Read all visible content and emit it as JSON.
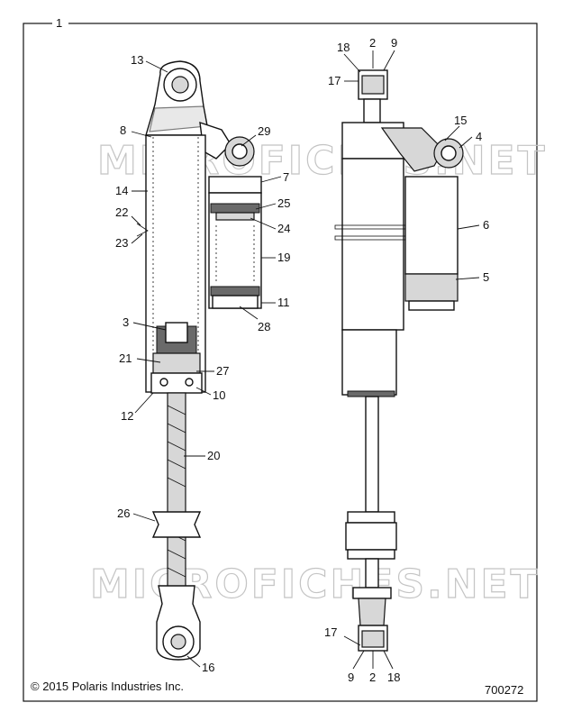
{
  "diagram": {
    "frame_label": "1",
    "watermark": "MICROFICHES.NET",
    "copyright": "© 2015 Polaris Industries Inc.",
    "drawing_number": "700272",
    "callouts": {
      "c13": "13",
      "c8": "8",
      "c29": "29",
      "c7": "7",
      "c14": "14",
      "c25": "25",
      "c22": "22",
      "c24": "24",
      "c23": "23",
      "c19": "19",
      "c11": "11",
      "c28": "28",
      "c3": "3",
      "c21": "21",
      "c27": "27",
      "c10": "10",
      "c12": "12",
      "c20": "20",
      "c26": "26",
      "c16": "16",
      "c18a": "18",
      "c2a": "2",
      "c9a": "9",
      "c17a": "17",
      "c15": "15",
      "c4": "4",
      "c6": "6",
      "c5": "5",
      "c17b": "17",
      "c9b": "9",
      "c2b": "2",
      "c18b": "18"
    }
  }
}
